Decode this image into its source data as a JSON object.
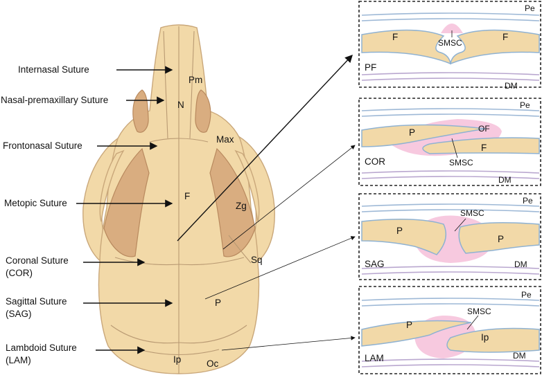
{
  "sutures": [
    {
      "label": "Internasal Suture"
    },
    {
      "label": "Nasal-premaxillary Suture"
    },
    {
      "label": "Frontonasal Suture"
    },
    {
      "label": "Metopic Suture"
    },
    {
      "label": "Coronal Suture"
    },
    {
      "label": "(COR)"
    },
    {
      "label": "Sagittal Suture"
    },
    {
      "label": "(SAG)"
    },
    {
      "label": "Lambdoid Suture"
    },
    {
      "label": "(LAM)"
    }
  ],
  "bones": {
    "pm": "Pm",
    "n": "N",
    "max": "Max",
    "f": "F",
    "zg": "Zg",
    "sq": "Sq",
    "p": "P",
    "ip": "Ip",
    "oc": "Oc"
  },
  "panels": {
    "pf": {
      "name": "PF",
      "pe": "Pe",
      "dm": "DM",
      "smsc": "SMSC",
      "left": "F",
      "right": "F"
    },
    "cor": {
      "name": "COR",
      "pe": "Pe",
      "dm": "DM",
      "smsc": "SMSC",
      "top": "P",
      "of": "OF",
      "bottom": "F"
    },
    "sag": {
      "name": "SAG",
      "pe": "Pe",
      "dm": "DM",
      "smsc": "SMSC",
      "left": "P",
      "right": "P"
    },
    "lam": {
      "name": "LAM",
      "pe": "Pe",
      "dm": "DM",
      "smsc": "SMSC",
      "left": "P",
      "right": "Ip"
    }
  },
  "colors": {
    "bone": "#f2d9a8",
    "mesenchyme": "#f7c9df",
    "periosteum": "#9db8d6",
    "dura": "#b9a7cf"
  }
}
